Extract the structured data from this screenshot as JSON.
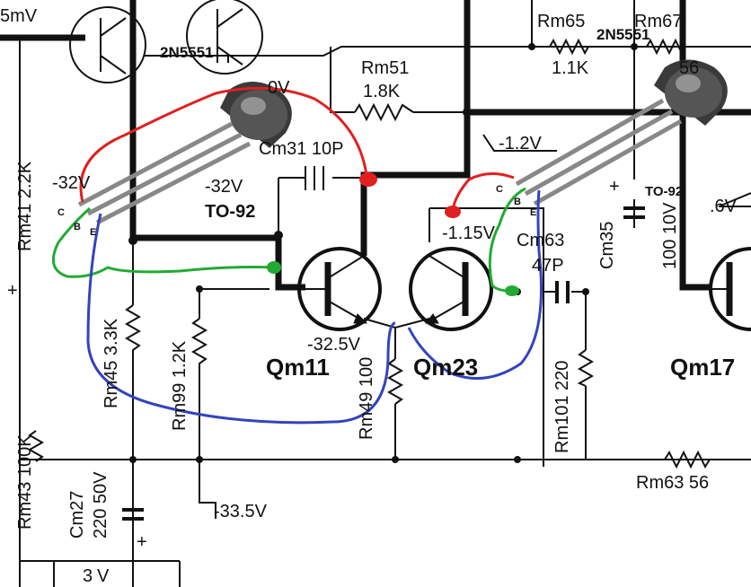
{
  "schematic": {
    "top_left_voltage": "5mV",
    "transistor_part_top": "2N5551",
    "transistor_part_right": "2N5551",
    "to92_left": "TO-92",
    "to92_right": "TO-92",
    "pin_c_left": "C",
    "pin_b_left": "B",
    "pin_e_left": "E",
    "pin_c_right": "C",
    "pin_b_right": "B",
    "pin_e_right": "E",
    "v_top_left": "0V",
    "v_minus32_a": "-32V",
    "v_minus32_b": "-32V",
    "v_minus1_2": "-1.2V",
    "v_minus1_15": "-1.15V",
    "v_minus32_5": "-32.5V",
    "v_minus33_5": "-33.5V",
    "v_right": ".6V",
    "rm41": "Rm41 2.2K",
    "rm43": "Rm43 100K",
    "rm45": "Rm45 3.3K",
    "rm99": "Rm99 1.2K",
    "rm49": "Rm49 100",
    "rm101": "Rm101 220",
    "rm51_name": "Rm51",
    "rm51_val": "1.8K",
    "rm65_name": "Rm65",
    "rm65_val": "1.1K",
    "rm67_name": "Rm67",
    "rm67_val": "56",
    "rm63": "Rm63 56",
    "cm31": "Cm31 10P",
    "cm63_name": "Cm63",
    "cm63_val": "47P",
    "cm35": "Cm35",
    "cm35_val": "100 10V",
    "cm27": "Cm27",
    "cm27_val": "220 50V",
    "plus": "+",
    "qm11": "Qm11",
    "qm23": "Qm23",
    "qm17": "Qm17",
    "bottom_left_chars": "3",
    "bottom_left_chars2": "V"
  },
  "colors": {
    "red": "#e02020",
    "green": "#22aa33",
    "blue": "#3344bb",
    "ink": "#111111"
  }
}
